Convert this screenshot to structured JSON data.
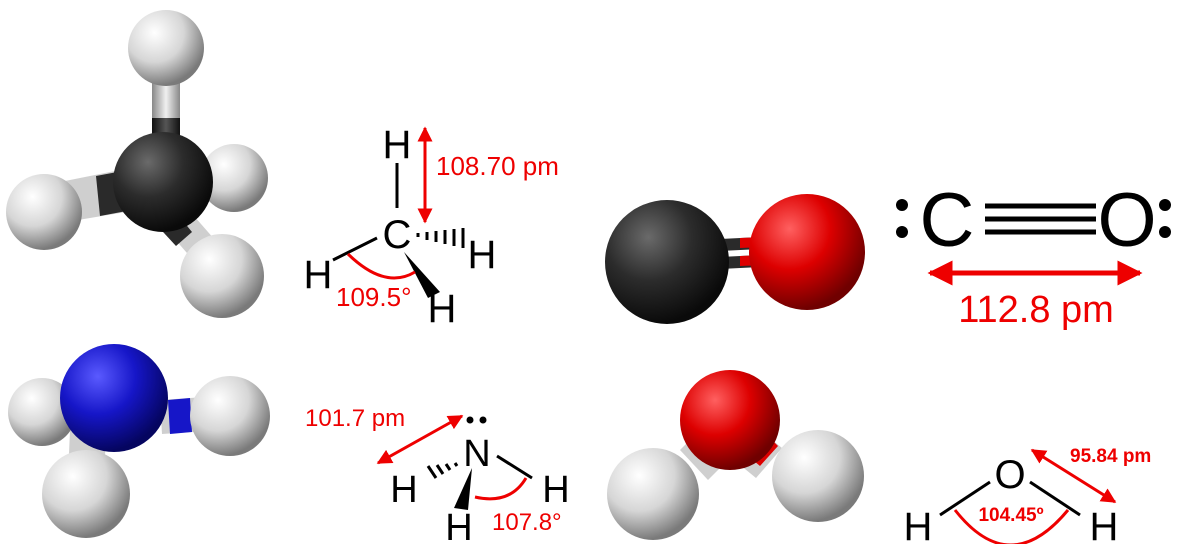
{
  "colors": {
    "carbon": "#2a2a2a",
    "hydrogen": "#e8e8e8",
    "nitrogen": "#1a1acc",
    "oxygen": "#dd0000",
    "annotation": "#ee0000",
    "bond": "#000000"
  },
  "methane": {
    "atoms": {
      "c": "C",
      "h_top": "H",
      "h_right": "H",
      "h_left": "H",
      "h_bottom": "H"
    },
    "bond_length": "108.70 pm",
    "bond_angle": "109.5°"
  },
  "carbon_monoxide": {
    "atoms": {
      "c": "C",
      "o": "O"
    },
    "bond_length": "112.8 pm"
  },
  "ammonia": {
    "atoms": {
      "n": "N",
      "h_left": "H",
      "h_right": "H",
      "h_bottom": "H"
    },
    "bond_length": "101.7 pm",
    "bond_angle": "107.8°"
  },
  "water": {
    "atoms": {
      "o": "O",
      "h_left": "H",
      "h_right": "H"
    },
    "bond_length": "95.84 pm",
    "bond_angle": "104.45º"
  }
}
